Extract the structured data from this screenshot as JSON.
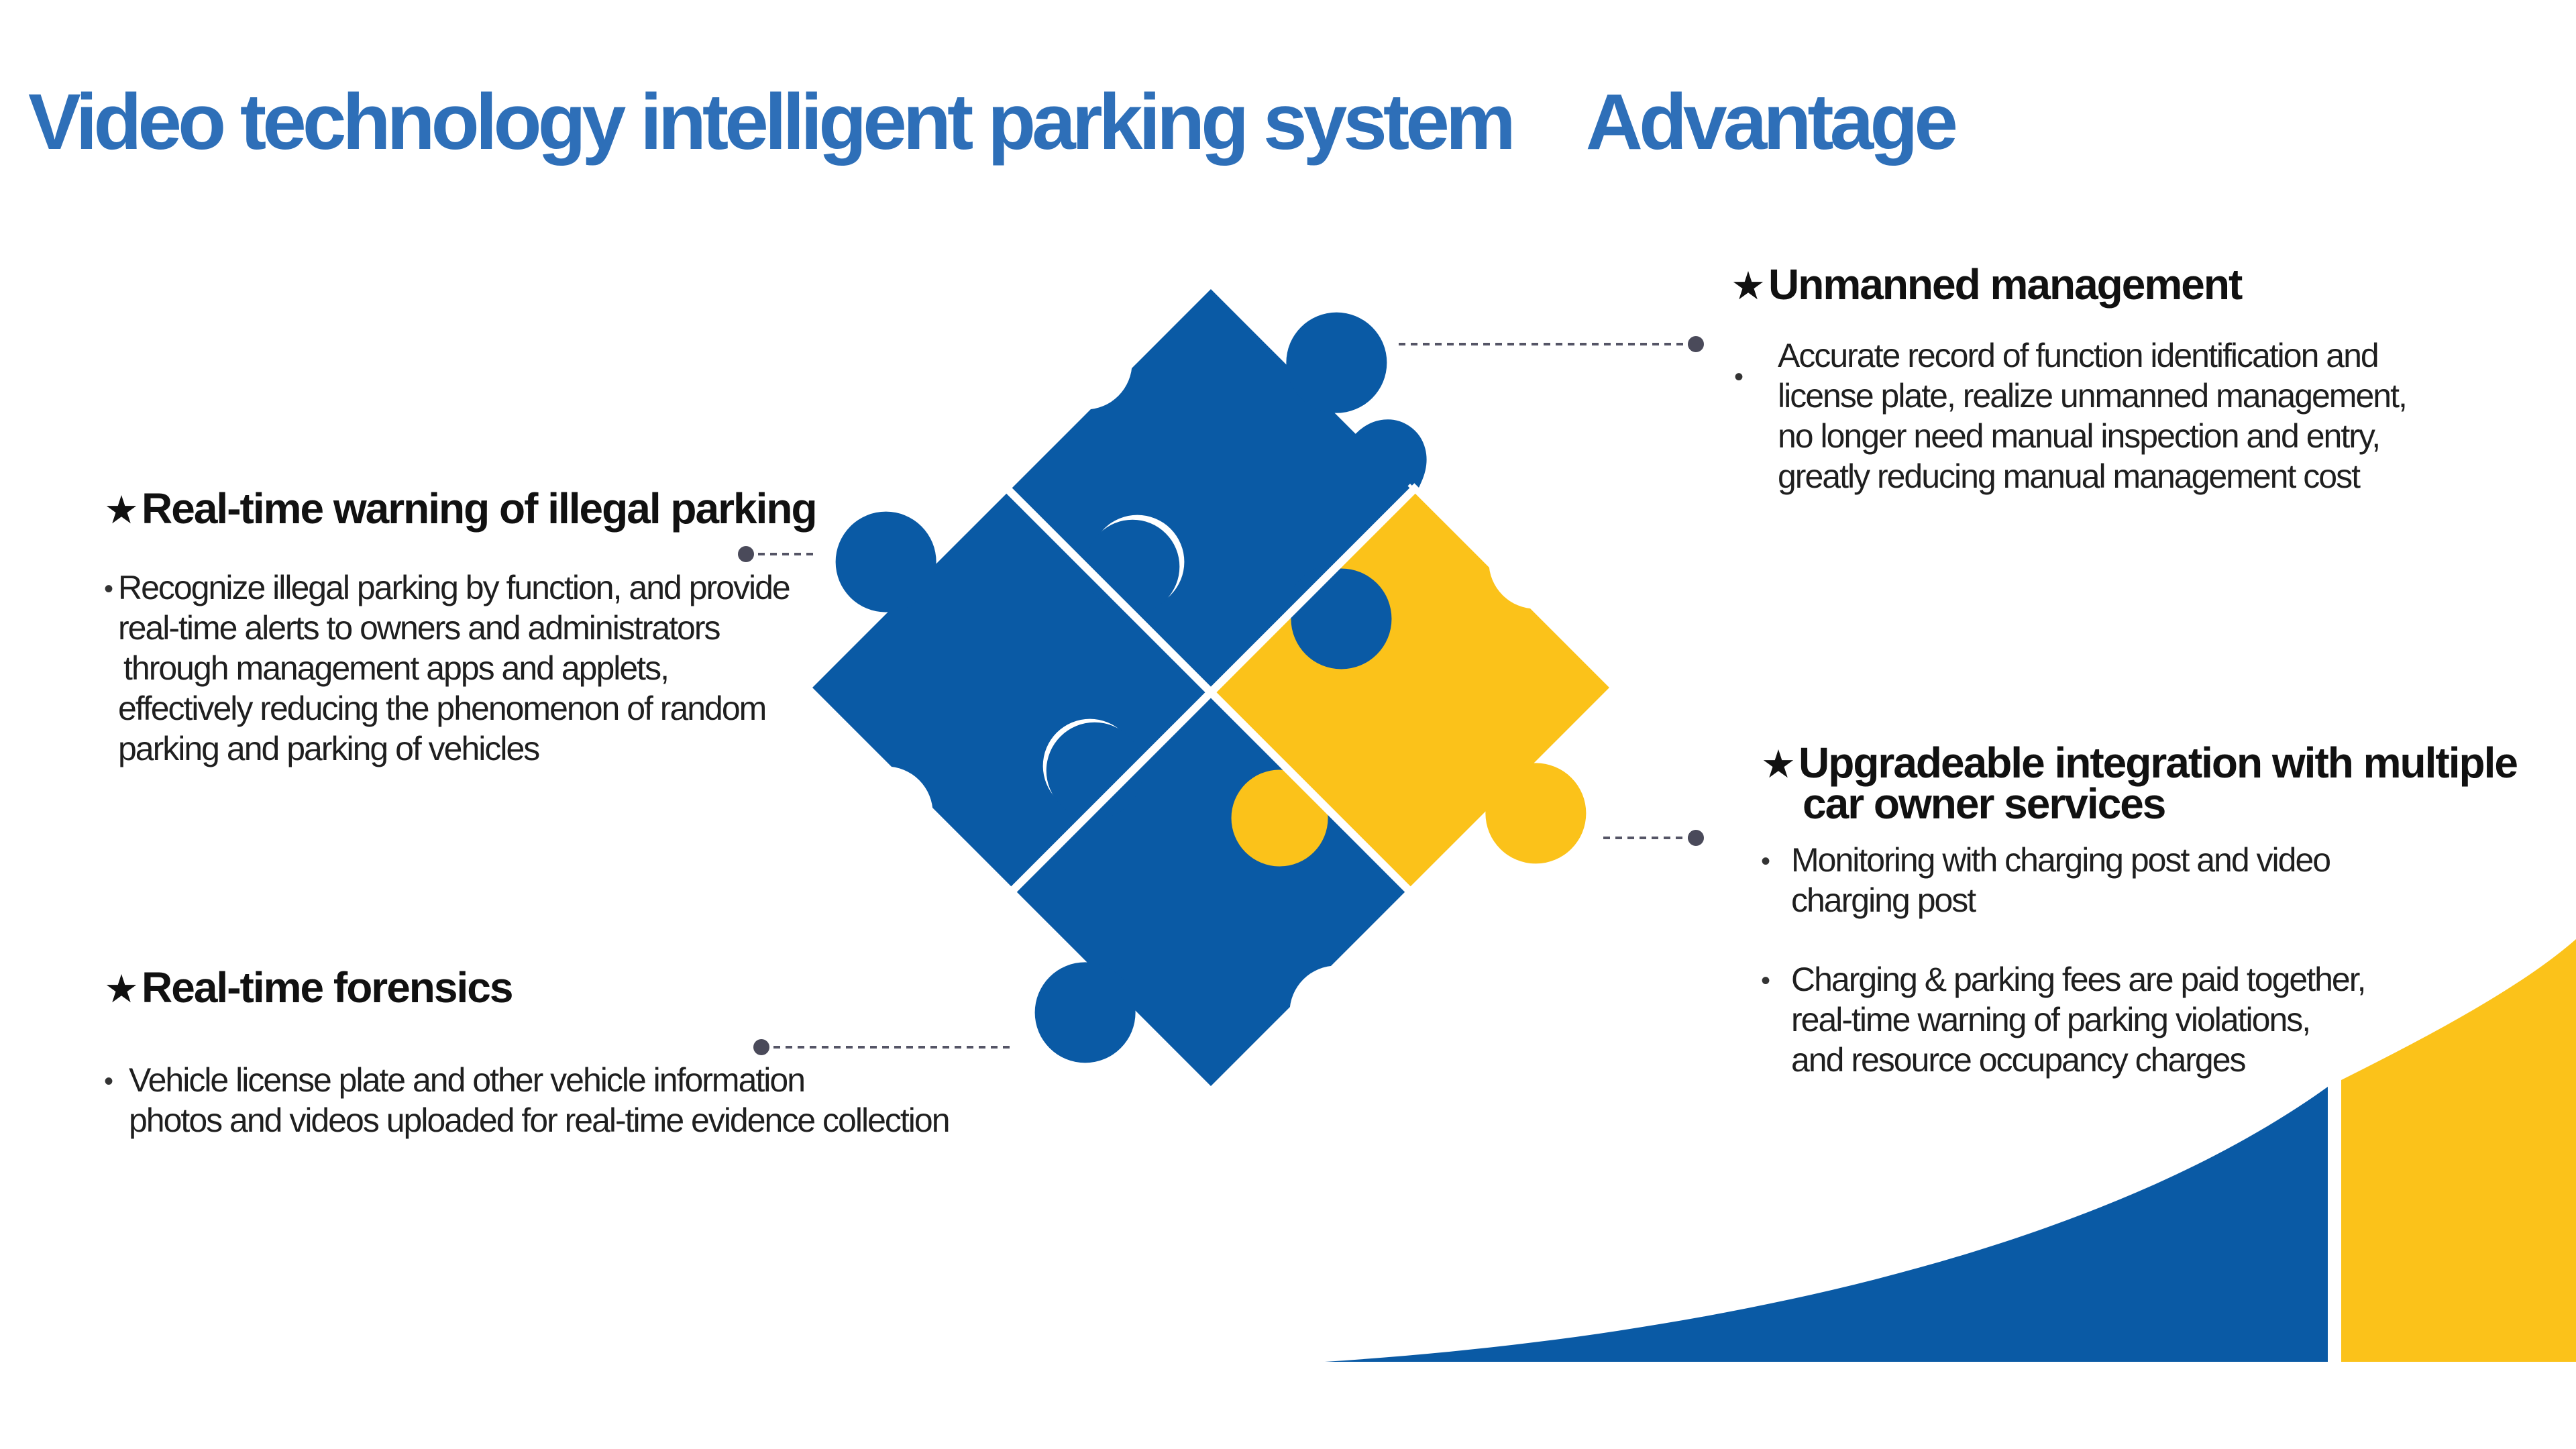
{
  "title": {
    "main": "Video technology intelligent parking system",
    "suffix": "Advantage"
  },
  "colors": {
    "title_blue": "#2e6fb8",
    "puzzle_blue": "#0a5aa5",
    "puzzle_yellow": "#fbc21a",
    "connector_gray": "#555566"
  },
  "sections": {
    "unmanned": {
      "heading": "Unmanned management",
      "lines": [
        "Accurate record of function identification and",
        "license plate, realize unmanned management,",
        "no longer need manual inspection and entry,",
        "greatly reducing manual management cost"
      ]
    },
    "warning": {
      "heading": "Real-time warning of illegal parking",
      "lines": [
        "Recognize illegal parking by function, and provide",
        "real-time alerts to owners and administrators",
        "through management apps and applets,",
        "effectively reducing the phenomenon of random",
        "parking and parking of vehicles"
      ]
    },
    "upgradeable": {
      "heading_lines": [
        "Upgradeable integration with multiple",
        "car owner services"
      ],
      "item1": [
        "Monitoring with charging post and video",
        "charging post"
      ],
      "item2": [
        "Charging & parking fees are paid together,",
        "real-time warning of parking violations,",
        "and resource occupancy charges"
      ]
    },
    "forensics": {
      "heading": "Real-time forensics",
      "lines": [
        "Vehicle license plate and other vehicle information",
        "photos and videos uploaded for real-time evidence collection"
      ]
    }
  },
  "icons": {
    "star": "★",
    "bullet": "•"
  }
}
